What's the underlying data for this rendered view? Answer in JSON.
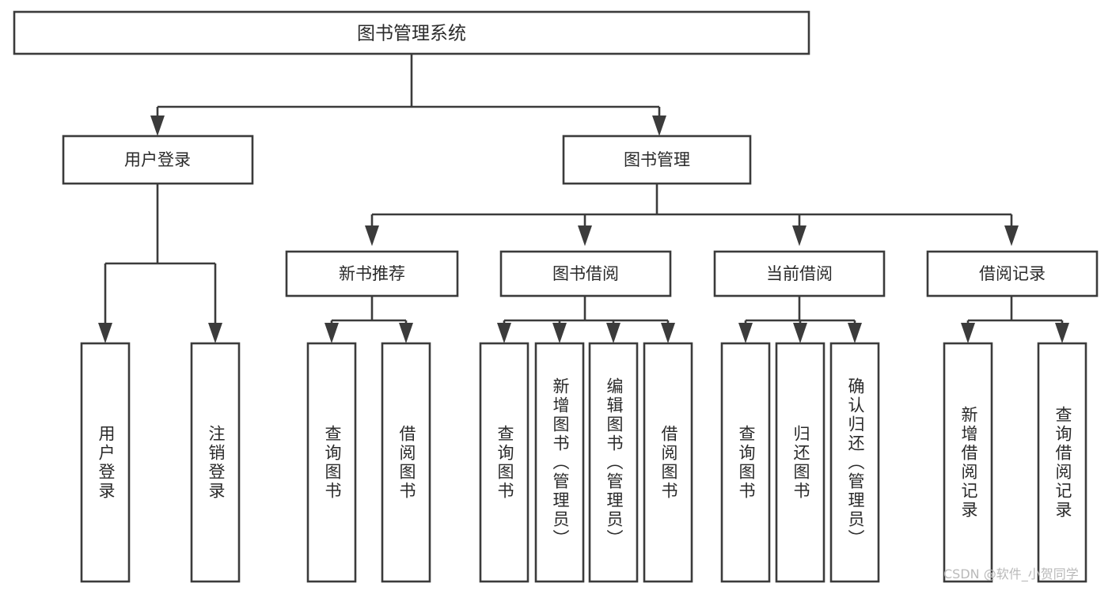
{
  "diagram": {
    "type": "tree-hierarchy",
    "title": "图书管理系统",
    "watermark": "CSDN @软件_小贺同学",
    "colors": {
      "box_stroke": "#3b3b3b",
      "box_fill": "#ffffff",
      "connector": "#3b3b3b",
      "text": "#2a2a2a",
      "watermark": "#b9b9b9",
      "background": "#ffffff"
    },
    "nodes": {
      "root": {
        "label": "图书管理系统",
        "level": 0
      },
      "level1": [
        {
          "id": "user-login",
          "label": "用户登录"
        },
        {
          "id": "book-manage",
          "label": "图书管理"
        }
      ],
      "level2": [
        {
          "id": "new-book-recommend",
          "label": "新书推荐",
          "parent": "book-manage"
        },
        {
          "id": "book-borrow",
          "label": "图书借阅",
          "parent": "book-manage"
        },
        {
          "id": "current-borrow",
          "label": "当前借阅",
          "parent": "book-manage"
        },
        {
          "id": "borrow-record",
          "label": "借阅记录",
          "parent": "book-manage"
        }
      ],
      "leaves": [
        {
          "id": "leaf-user-login",
          "label": "用户登录",
          "parent": "user-login"
        },
        {
          "id": "leaf-user-logout",
          "label": "注销登录",
          "parent": "user-login"
        },
        {
          "id": "leaf-query-book-1",
          "label": "查询图书",
          "parent": "new-book-recommend"
        },
        {
          "id": "leaf-borrow-book-1",
          "label": "借阅图书",
          "parent": "new-book-recommend"
        },
        {
          "id": "leaf-query-book-2",
          "label": "查询图书",
          "parent": "book-borrow"
        },
        {
          "id": "leaf-add-book",
          "label": "新增图书（管理员）",
          "parent": "book-borrow"
        },
        {
          "id": "leaf-edit-book",
          "label": "编辑图书（管理员）",
          "parent": "book-borrow"
        },
        {
          "id": "leaf-borrow-book-2",
          "label": "借阅图书",
          "parent": "book-borrow"
        },
        {
          "id": "leaf-query-book-3",
          "label": "查询图书",
          "parent": "current-borrow"
        },
        {
          "id": "leaf-return-book",
          "label": "归还图书",
          "parent": "current-borrow"
        },
        {
          "id": "leaf-confirm-return",
          "label": "确认归还（管理员）",
          "parent": "current-borrow"
        },
        {
          "id": "leaf-add-record",
          "label": "新增借阅记录",
          "parent": "borrow-record"
        },
        {
          "id": "leaf-query-record",
          "label": "查询借阅记录",
          "parent": "borrow-record"
        }
      ]
    }
  }
}
